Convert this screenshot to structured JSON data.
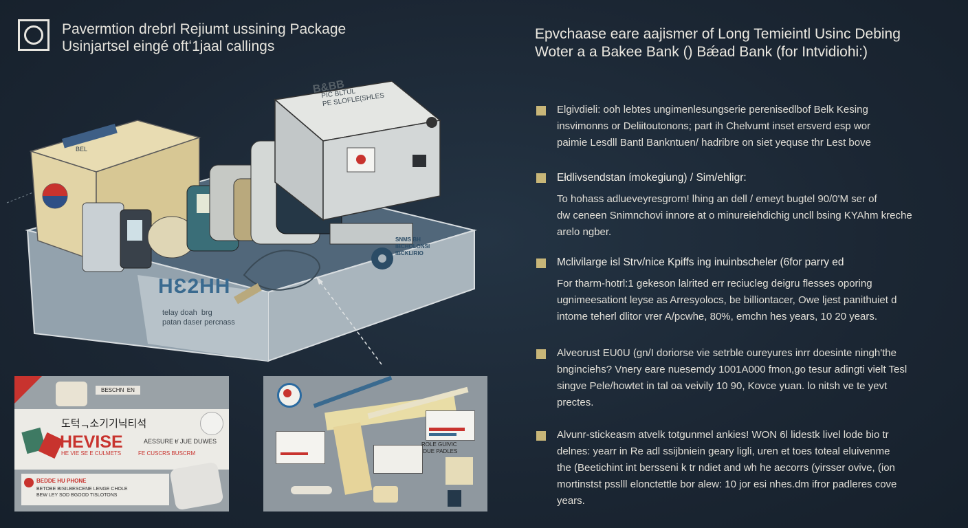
{
  "header": {
    "title_line1": "Pavermtion drebrl Rejiumt ussining Package",
    "title_line2": "Usinjartsel eingé oftʻ1jaal callings"
  },
  "right_panel": {
    "title_line1": "Epvchaase eare aajismer of Long Temieintl Usinc Debing",
    "title_line2": "Woter a a  Bakee Bank () Bǽad Bank (for Intvidiohi:)",
    "items": [
      {
        "lines": [
          "Elgivdieli: ooh lebtes ungimenlesungserie perenisedlbof Belk Kesing",
          "insvimonns  or Deliitoutonons; part ih Chelvumt inset ersverd esp wor",
          "paimie Lesdll Bantl Bankntuen/ hadribre  on siet yequse thr Lest bove"
        ]
      },
      {
        "heading": "Ełdlivsendstan ímokegiung) / Sim/ehligr:",
        "lines": [
          "To hohass adlueveyresgrorn! lhing an dell / emeyt bugtel 90/0'M ser of",
          "dw ceneen  Snimnchovi innore at o minureiehdichig uncll bsing KYAhm kreche",
          "arelo ngber."
        ]
      },
      {
        "heading": "Mclivilarge isl Strv/nice Kpiffs ing inuinbscheler (6for parry ed",
        "lines": [
          "For tharm-hotrl:1 gekeson lalrited err reciucleg deigru flesses oporing",
          "ugnimeesationt leyse  as Arresyolocs, be billiontacer, Owe ljest panithuiet d",
          "intome teherl dlitor vrer A/pcwhe, 80%, emchn hes years, 10 20 years."
        ]
      },
      {
        "lines": [
          "Alveorust EU0U (gn/I doriorse vie setrble oureyures inrr doesinte ningh'the",
          "bnginciehs? Vnery eare nuesemdy 1001A000 fmon,go tesur adingti vielt Tesl",
          "singve Pele/howtet in  tal oa veivily 10 90, Kovce yuan. lo nitsh ve te yevt",
          "prectes."
        ]
      },
      {
        "lines": [
          "Alvunr-stickeasm atvelk totgunmel ankies! WON 6l lidestk livel lode bio tr",
          "delnes:  yearr in Re adl ssijbniein geary ligli, uren et toes toteal eluivenme",
          "the (Beetichint int bersseni k tr ndiet and wh he aecorrs (yirsser ovive, (ion",
          "mortinstst psslll elonctettle bor alew: 10 jor esi nhes.dm ifror padleres cove",
          "years."
        ]
      }
    ]
  },
  "illustration": {
    "box_label": "HƐ2HH",
    "box_sub": "telay doah  brg\npatan daser percnass",
    "box_side_text": "SNMS BH\nIBCHOLONSI\nIBCKLIRIO",
    "device_label": "PIC BLTUL\nPE SLOFLE(SHLES",
    "device_top": "B&BB",
    "small_box_label": "BEL"
  },
  "card_left": {
    "tag": "BESCHN  EN",
    "korean_title": "도턱ᆨ소기기닉티석",
    "heading": "HEVISE",
    "sub_right": "AESSURE ŧ/ JUE DUWES",
    "sub_left": "HE VIE SE E CULMETS",
    "sub_mid": "FE CUSCRS BUSCRM",
    "bottom_tag": "BEDDE HU PHONE",
    "bottom_text": "BETOBE BISILBESCENE LENGE CHOLE\nBEW LEY SOD BGOOD TISLOTONS"
  },
  "card_right": {
    "note_label": "ROLE GUIVIC\n DUE PADLES"
  },
  "colors": {
    "background": "#1d2a37",
    "bullet": "#c8b678",
    "accent_red": "#c8332e",
    "box_blue": "#3a6a8f"
  }
}
